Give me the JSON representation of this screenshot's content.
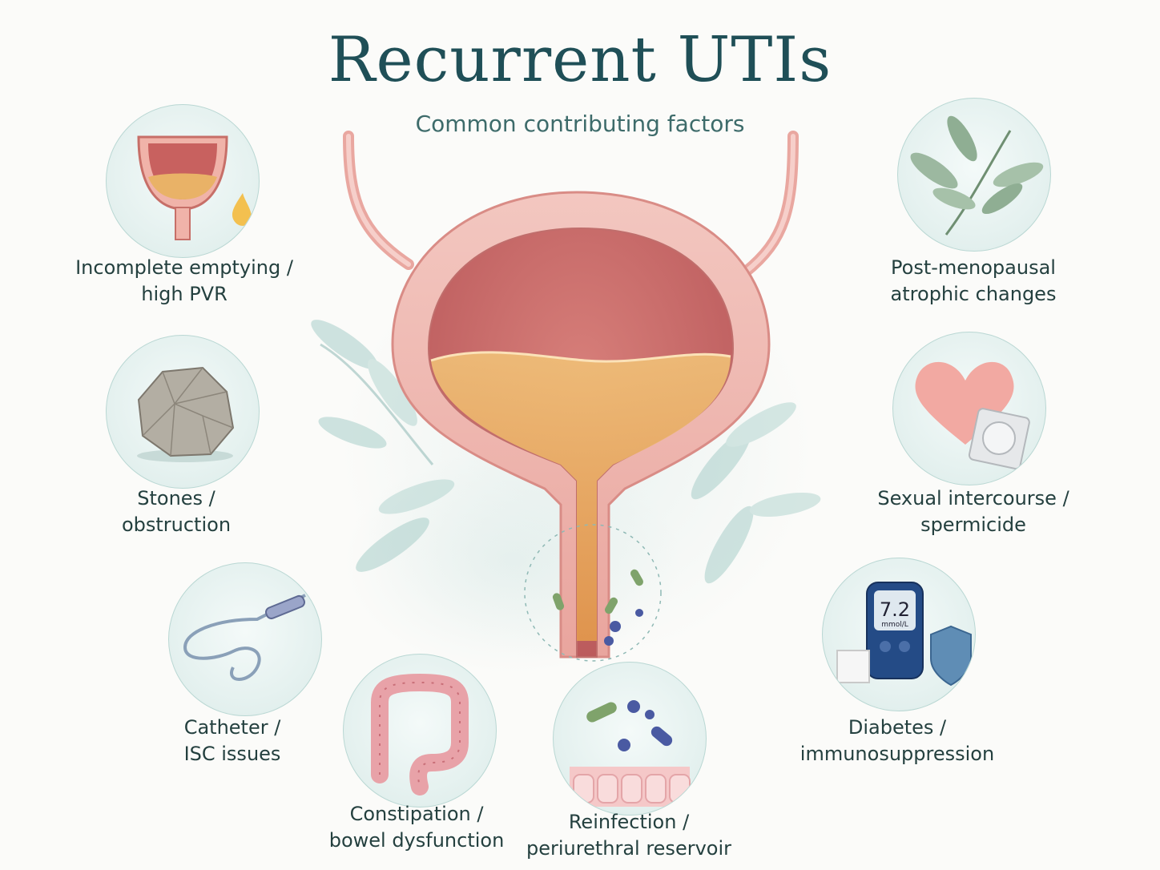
{
  "title": "Recurrent UTIs",
  "subtitle": "Common contributing factors",
  "factors": {
    "incomplete_emptying": {
      "line1": "Incomplete emptying /",
      "line2": "high PVR",
      "icon": "bladder-icon"
    },
    "stones": {
      "line1": "Stones /",
      "line2": "obstruction",
      "icon": "stone-icon"
    },
    "catheter": {
      "line1": "Catheter /",
      "line2": "ISC issues",
      "icon": "catheter-icon"
    },
    "constipation": {
      "line1": "Constipation /",
      "line2": "bowel dysfunction",
      "icon": "colon-icon"
    },
    "reinfection": {
      "line1": "Reinfection /",
      "line2": "periurethral reservoir",
      "icon": "bacteria-icon"
    },
    "post_menopausal": {
      "line1": "Post-menopausal",
      "line2": "atrophic changes",
      "icon": "leaf-icon"
    },
    "sexual_intercourse": {
      "line1": "Sexual intercourse /",
      "line2": "spermicide",
      "icon": "heart-icon"
    },
    "diabetes": {
      "line1": "Diabetes /",
      "line2": "immunosuppression",
      "icon": "glucometer-icon"
    }
  },
  "glucometer": {
    "reading": "7.2",
    "unit": "mmol/L"
  },
  "colors": {
    "title": "#1f4f57",
    "accent_teal": "#b9d7d3",
    "bladder_pink": "#e9a7a0",
    "urine_amber": "#e8b45c"
  }
}
